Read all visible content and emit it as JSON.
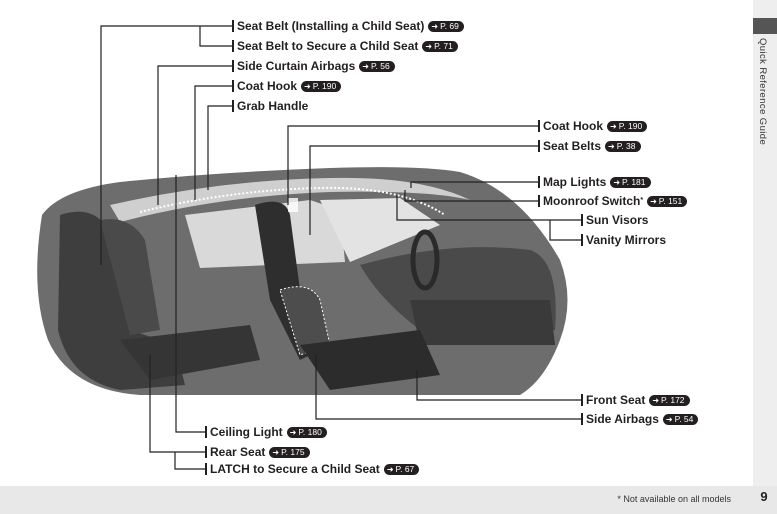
{
  "side_title": "Quick Reference Guide",
  "page_number": "9",
  "footnote": "* Not available on all models",
  "arrow_glyph": "➜",
  "callouts": {
    "seat_belt_install": {
      "label": "Seat Belt (Installing a Child Seat)",
      "ref": "P. 69"
    },
    "seat_belt_secure": {
      "label": "Seat Belt to Secure a Child Seat",
      "ref": "P. 71"
    },
    "side_curtain": {
      "label": "Side Curtain Airbags",
      "ref": "P. 56"
    },
    "coat_hook_rear": {
      "label": "Coat Hook",
      "ref": "P. 190"
    },
    "grab_handle": {
      "label": "Grab Handle"
    },
    "coat_hook_front": {
      "label": "Coat Hook",
      "ref": "P. 190"
    },
    "seat_belts": {
      "label": "Seat Belts",
      "ref": "P. 38"
    },
    "map_lights": {
      "label": "Map Lights",
      "ref": "P. 181"
    },
    "moonroof": {
      "label": "Moonroof Switch",
      "mark": "*",
      "ref": "P. 151"
    },
    "sun_visors": {
      "label": "Sun Visors"
    },
    "vanity_mirrors": {
      "label": "Vanity Mirrors"
    },
    "front_seat": {
      "label": "Front Seat",
      "ref": "P. 172"
    },
    "side_airbags": {
      "label": "Side Airbags",
      "ref": "P. 54"
    },
    "ceiling_light": {
      "label": "Ceiling Light",
      "ref": "P. 180"
    },
    "rear_seat": {
      "label": "Rear Seat",
      "ref": "P. 175"
    },
    "latch": {
      "label": "LATCH to Secure a Child Seat",
      "ref": "P. 67"
    }
  }
}
